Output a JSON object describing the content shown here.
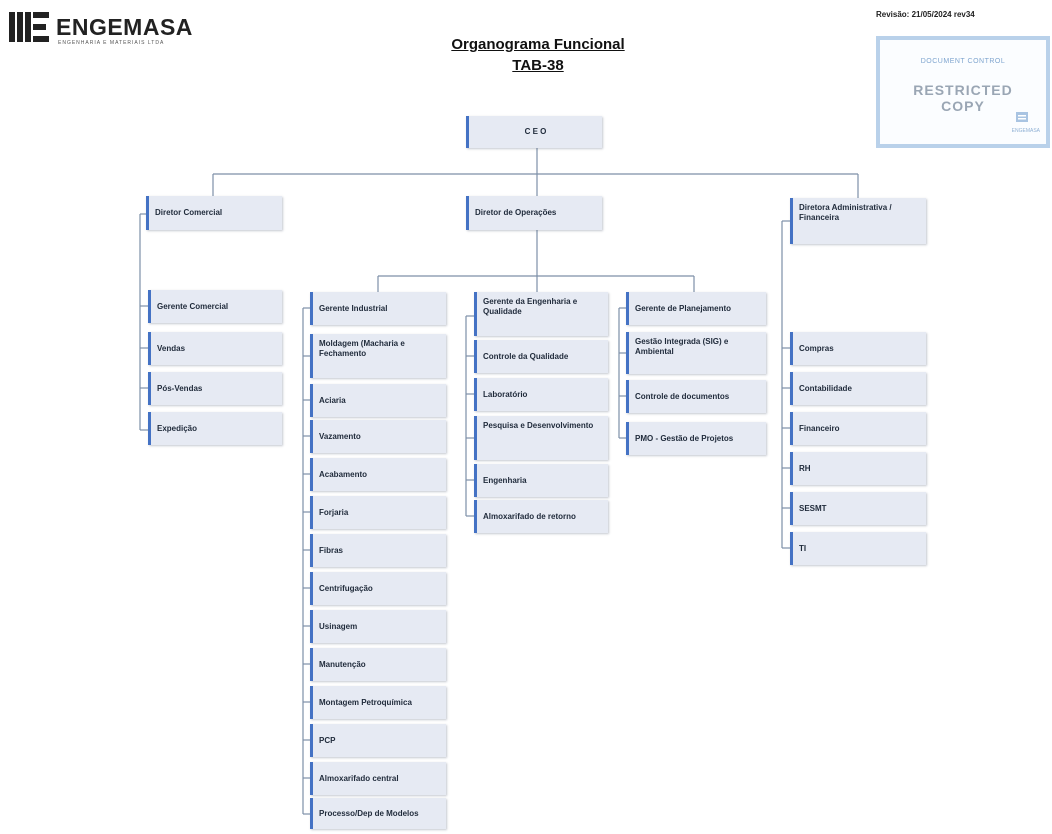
{
  "header": {
    "company_name": "ENGEMASA",
    "company_tagline": "ENGENHARIA E MATERIAIS LTDA",
    "revision": "Revisão: 21/05/2024 rev34",
    "title_line1": "Organograma Funcional",
    "title_line2": "TAB-38"
  },
  "stamp": {
    "header": "DOCUMENT CONTROL",
    "main_line1": "RESTRICTED",
    "main_line2": "COPY",
    "footer": "ENGEMASA"
  },
  "org": {
    "ceo": "C E O",
    "comercial": {
      "director": "Diretor Comercial",
      "units": [
        "Gerente Comercial",
        "Vendas",
        "Pós-Vendas",
        "Expedição"
      ]
    },
    "operacoes": {
      "director": "Diretor de Operações",
      "industrial": {
        "manager": "Gerente Industrial",
        "units": [
          "Moldagem (Macharia e Fechamento",
          "Aciaria",
          "Vazamento",
          "Acabamento",
          "Forjaria",
          "Fibras",
          "Centrifugação",
          "Usinagem",
          "Manutenção",
          "Montagem Petroquímica",
          "PCP",
          "Almoxarifado central",
          "Processo/Dep de Modelos"
        ]
      },
      "engenharia": {
        "manager": "Gerente da Engenharia e Qualidade",
        "units": [
          "Controle da Qualidade",
          "Laboratório",
          "Pesquisa e Desenvolvimento",
          "Engenharia",
          "Almoxarifado de retorno"
        ]
      },
      "planejamento": {
        "manager": "Gerente de Planejamento",
        "units": [
          "Gestão Integrada (SIG) e Ambiental",
          "Controle de documentos",
          "PMO - Gestão de Projetos"
        ]
      }
    },
    "administrativa": {
      "director": "Diretora Administrativa / Financeira",
      "units": [
        "Compras",
        "Contabilidade",
        "Financeiro",
        "RH",
        "SESMT",
        "TI"
      ]
    }
  },
  "colors": {
    "accent": "#4472c4",
    "box_fill": "#e6eaf3",
    "connector": "#7d8fa8"
  }
}
